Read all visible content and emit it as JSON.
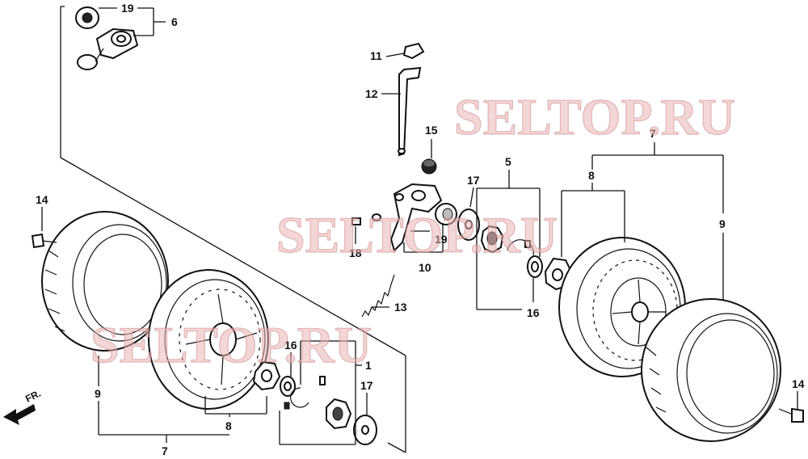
{
  "watermark": "SELTOP.RU",
  "direction_label": "FR.",
  "callouts": {
    "c19_top": "19",
    "c6": "6",
    "c11": "11",
    "c12": "12",
    "c15": "15",
    "c7_right": "7",
    "c8_right": "8",
    "c9_right": "9",
    "c5": "5",
    "c17_mid": "17",
    "c19_mid": "19",
    "c18": "18",
    "c10": "10",
    "c16_mid": "16",
    "c14_left": "14",
    "c13": "13",
    "c16_low": "16",
    "c1": "1",
    "c17_low": "17",
    "c9_left": "9",
    "c8_left": "8",
    "c7_left": "7",
    "c14_right": "14"
  }
}
